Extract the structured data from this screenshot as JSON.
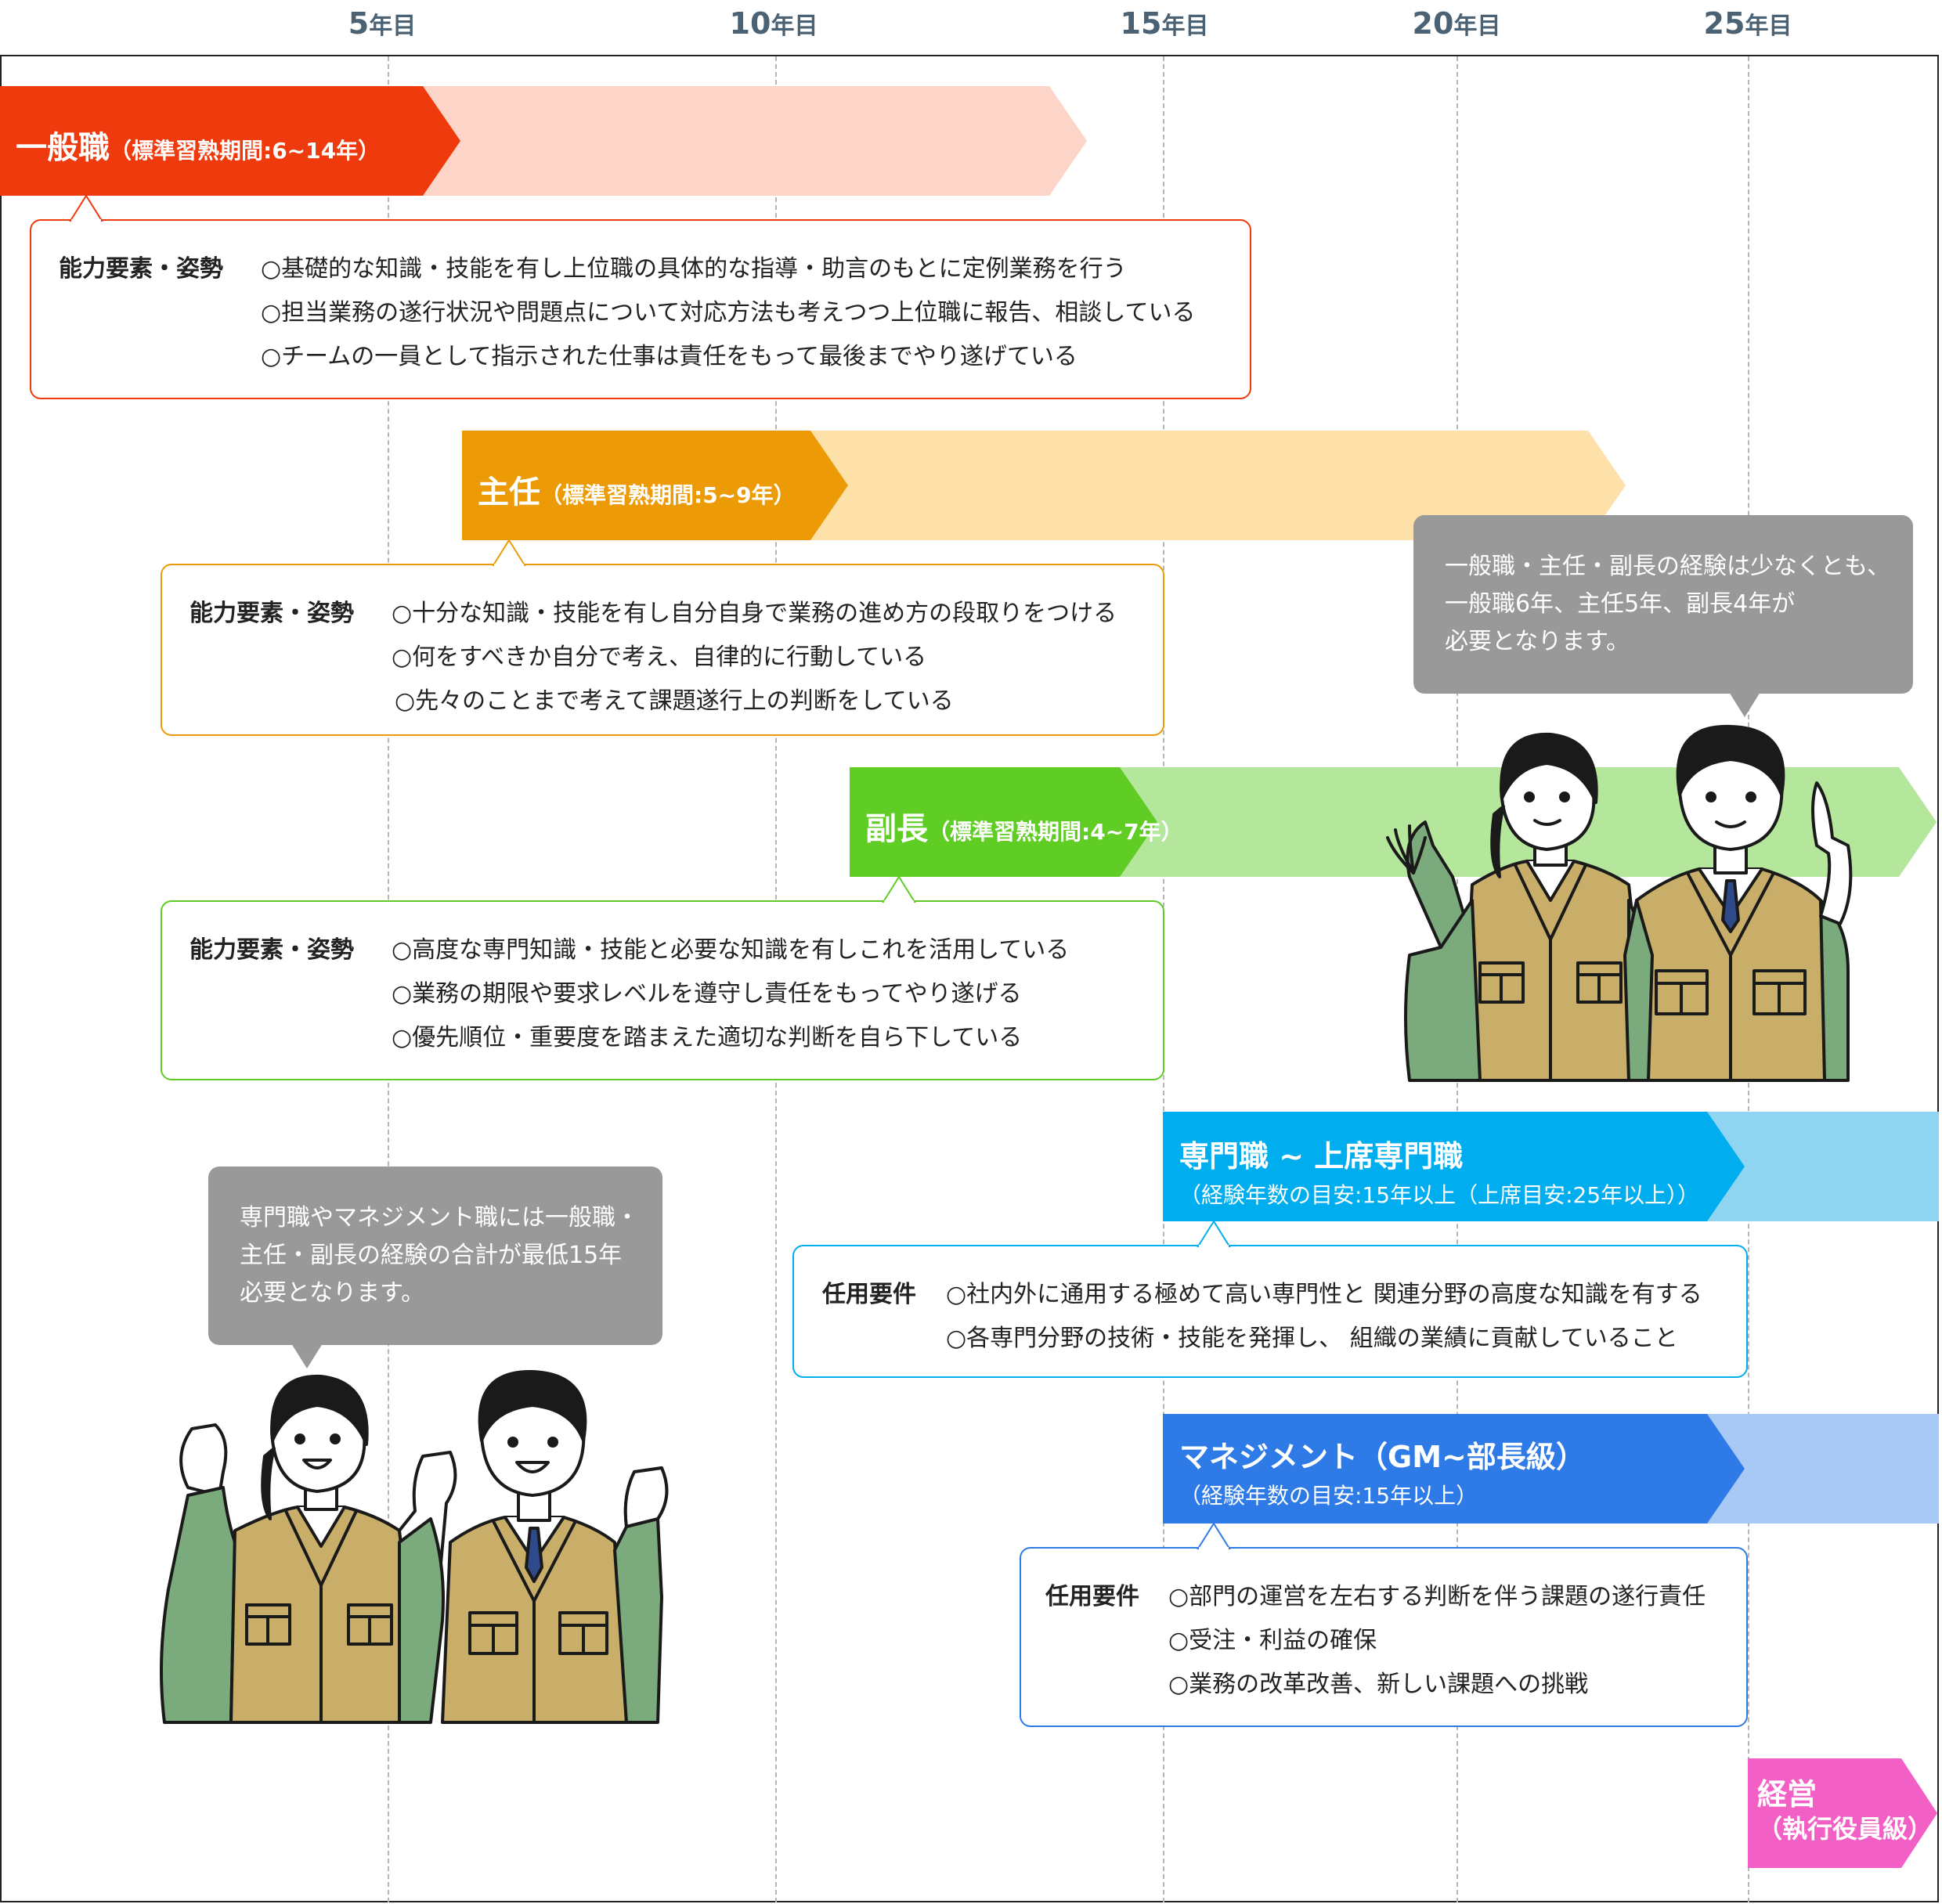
{
  "axis": {
    "ticks": [
      {
        "num": "5",
        "unit": "年目"
      },
      {
        "num": "10",
        "unit": "年目"
      },
      {
        "num": "15",
        "unit": "年目"
      },
      {
        "num": "20",
        "unit": "年目"
      },
      {
        "num": "25",
        "unit": "年目"
      }
    ]
  },
  "colors": {
    "ippan": "#ee3a0c",
    "ippan_light": "#fdd4c8",
    "shunin": "#ec9b07",
    "shunin_light": "#fde1a8",
    "fukucho": "#5fcd24",
    "fukucho_light": "#b4e69c",
    "senmon": "#00aeef",
    "senmon_light": "#8fd5f1",
    "management": "#2e7be8",
    "management_light": "#a8c8f6",
    "keiei": "#f25fc5",
    "bubble": "#999999"
  },
  "stages": {
    "ippan": {
      "title": "一般職",
      "period": "（標準習熟期間:6~14年）",
      "label": "能力要素・姿勢",
      "items": [
        "○基礎的な知識・技能を有し上位職の具体的な指導・助言のもとに定例業務を行う",
        "○担当業務の遂行状況や問題点について対応方法も考えつつ上位職に報告、相談している",
        "○チームの一員として指示された仕事は責任をもって最後までやり遂げている"
      ]
    },
    "shunin": {
      "title": "主任",
      "period": "（標準習熟期間:5~9年）",
      "label": "能力要素・姿勢",
      "items": [
        "○十分な知識・技能を有し自分自身で業務の進め方の段取りをつける",
        "○何をすべきか自分で考え、自律的に行動している",
        "○先々のことまで考えて課題遂行上の判断をしている"
      ]
    },
    "fukucho": {
      "title": "副長",
      "period": "（標準習熟期間:4~7年）",
      "label": "能力要素・姿勢",
      "items": [
        "○高度な専門知識・技能と必要な知識を有しこれを活用している",
        "○業務の期限や要求レベルを遵守し責任をもってやり遂げる",
        "○優先順位・重要度を踏まえた適切な判断を自ら下している"
      ]
    },
    "senmon": {
      "title": "専門職 ~ 上席専門職",
      "period": "（経験年数の目安:15年以上（上席目安:25年以上））",
      "label": "任用要件",
      "items": [
        "○社内外に通用する極めて高い専門性と 関連分野の高度な知識を有する",
        "○各専門分野の技術・技能を発揮し、 組織の業績に貢献していること"
      ]
    },
    "management": {
      "title": "マネジメント（GM~部長級）",
      "period": "（経験年数の目安:15年以上）",
      "label": "任用要件",
      "items": [
        "○部門の運営を左右する判断を伴う課題の遂行責任",
        "○受注・利益の確保",
        "○業務の改革改善、新しい課題への挑戦"
      ]
    },
    "keiei": {
      "title": "経営",
      "period": "（執行役員級）"
    }
  },
  "bubbles": {
    "right": [
      "一般職・主任・副長の経験は少なくとも、",
      "一般職6年、主任5年、副長4年が",
      "必要となります。"
    ],
    "left": [
      "専門職やマネジメント職には一般職・",
      "主任・副長の経験の合計が最低15年",
      "必要となります。"
    ]
  }
}
